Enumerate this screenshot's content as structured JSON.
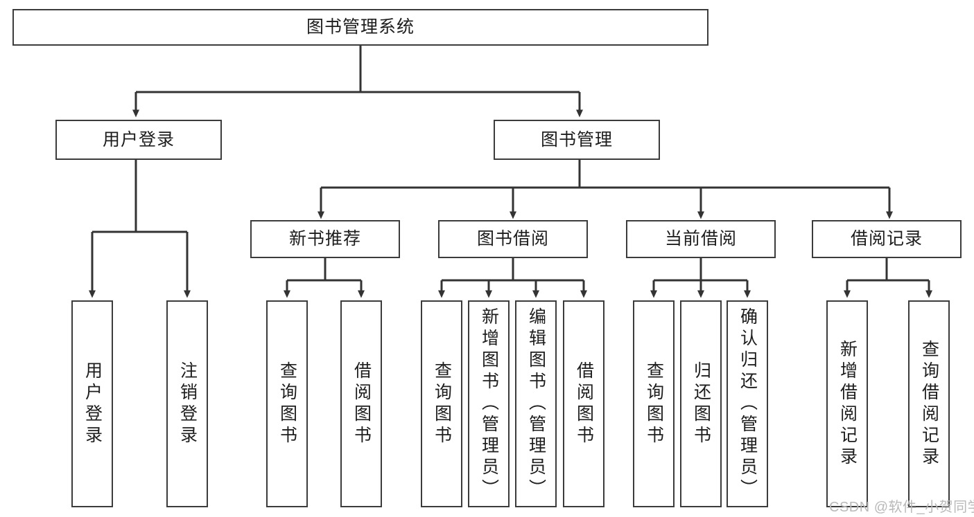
{
  "diagram": {
    "title": "图书管理系统",
    "type": "tree-hierarchy-chart",
    "colors": {
      "border": "#3b3b3b",
      "fill": "#ffffff",
      "edge": "#333333",
      "text": "#1d1d1d",
      "watermark": "#b9b9b9"
    },
    "nodes": {
      "root": {
        "label": "图书管理系统"
      },
      "level1": [
        {
          "id": "user-login",
          "label": "用户登录"
        },
        {
          "id": "book-management",
          "label": "图书管理"
        }
      ],
      "level2": [
        {
          "id": "new-book-recommend",
          "label": "新书推荐"
        },
        {
          "id": "book-borrow",
          "label": "图书借阅"
        },
        {
          "id": "current-borrow",
          "label": "当前借阅"
        },
        {
          "id": "borrow-record",
          "label": "借阅记录"
        }
      ],
      "leaves": {
        "user_login": [
          {
            "id": "leaf-user-login",
            "label": "用户登录"
          },
          {
            "id": "leaf-logout-login",
            "label": "注销登录"
          }
        ],
        "new_book_recommend": [
          {
            "id": "leaf-query-book-1",
            "label": "查询图书"
          },
          {
            "id": "leaf-borrow-book-1",
            "label": "借阅图书"
          }
        ],
        "book_borrow": [
          {
            "id": "leaf-query-book-2",
            "label": "查询图书"
          },
          {
            "id": "leaf-add-book",
            "label": "新增图书（管理员）"
          },
          {
            "id": "leaf-edit-book",
            "label": "编辑图书（管理员）"
          },
          {
            "id": "leaf-borrow-book-2",
            "label": "借阅图书"
          }
        ],
        "current_borrow": [
          {
            "id": "leaf-query-book-3",
            "label": "查询图书"
          },
          {
            "id": "leaf-return-book",
            "label": "归还图书"
          },
          {
            "id": "leaf-confirm-return",
            "label": "确认归还（管理员）"
          }
        ],
        "borrow_record": [
          {
            "id": "leaf-add-borrow-record",
            "label": "新增借阅记录"
          },
          {
            "id": "leaf-query-borrow-record",
            "label": "查询借阅记录"
          }
        ]
      }
    },
    "watermark": "CSDN @软件_小贺同学"
  }
}
